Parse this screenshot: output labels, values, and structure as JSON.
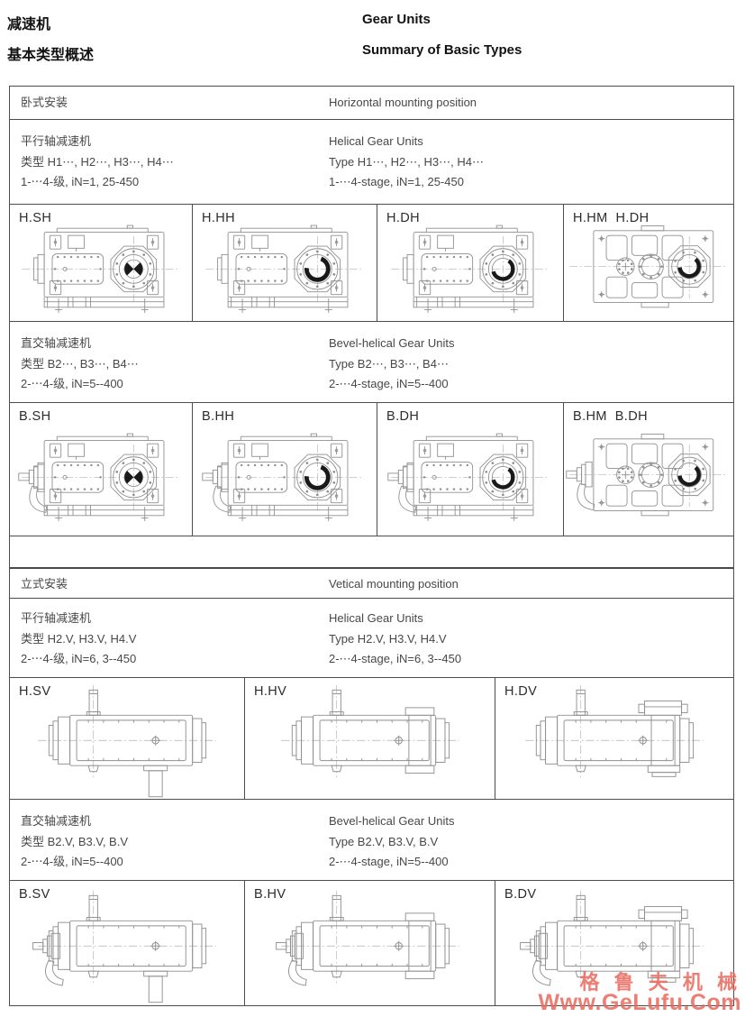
{
  "header": {
    "title_zh": "减速机",
    "subtitle_zh": "基本类型概述",
    "title_en": "Gear Units",
    "subtitle_en": "Summary of Basic Types"
  },
  "table": {
    "horizontal": {
      "position": {
        "zh": "卧式安装",
        "en": "Horizontal mounting position"
      },
      "helical": {
        "zh": [
          "平行轴减速机",
          "类型 H1⋯, H2⋯, H3⋯, H4⋯",
          "1-⋯4-级, iN=1, 25-450"
        ],
        "en": [
          "Helical Gear Units",
          "Type H1⋯, H2⋯, H3⋯, H4⋯",
          "1-⋯4-stage, iN=1, 25-450"
        ]
      },
      "helical_models": [
        "H.SH",
        "H.HH",
        "H.DH",
        "H.HM  H.DH"
      ],
      "bevel": {
        "zh": [
          "直交轴减速机",
          "类型 B2⋯, B3⋯, B4⋯",
          "2-⋯4-级, iN=5--400"
        ],
        "en": [
          "Bevel-helical Gear Units",
          "Type B2⋯, B3⋯, B4⋯",
          "2-⋯4-stage, iN=5--400"
        ]
      },
      "bevel_models": [
        "B.SH",
        "B.HH",
        "B.DH",
        "B.HM  B.DH"
      ]
    },
    "vertical": {
      "position": {
        "zh": "立式安装",
        "en": "Vetical mounting position"
      },
      "helical": {
        "zh": [
          "平行轴减速机",
          "类型 H2.V, H3.V, H4.V",
          "2-⋯4-级, iN=6, 3--450"
        ],
        "en": [
          "Helical Gear Units",
          "Type H2.V, H3.V, H4.V",
          "2-⋯4-stage, iN=6, 3--450"
        ]
      },
      "helical_models": [
        "H.SV",
        "H.HV",
        "H.DV"
      ],
      "bevel": {
        "zh": [
          "直交轴减速机",
          "类型 B2.V, B3.V, B.V",
          "2-⋯4-级, iN=5--400"
        ],
        "en": [
          "Bevel-helical Gear Units",
          "Type B2.V, B3.V, B.V",
          "2-⋯4-stage, iN=5--400"
        ]
      },
      "bevel_models": [
        "B.SV",
        "B.HV",
        "B.DV"
      ]
    }
  },
  "watermark": {
    "line1": "格 鲁 夫 机 械",
    "line2": "Www.GeLufu.Com",
    "color": "#e9685c"
  },
  "colors": {
    "table_border": "#4d4d4d",
    "drawing_line": "#8f8f8f",
    "text": "#474747"
  }
}
